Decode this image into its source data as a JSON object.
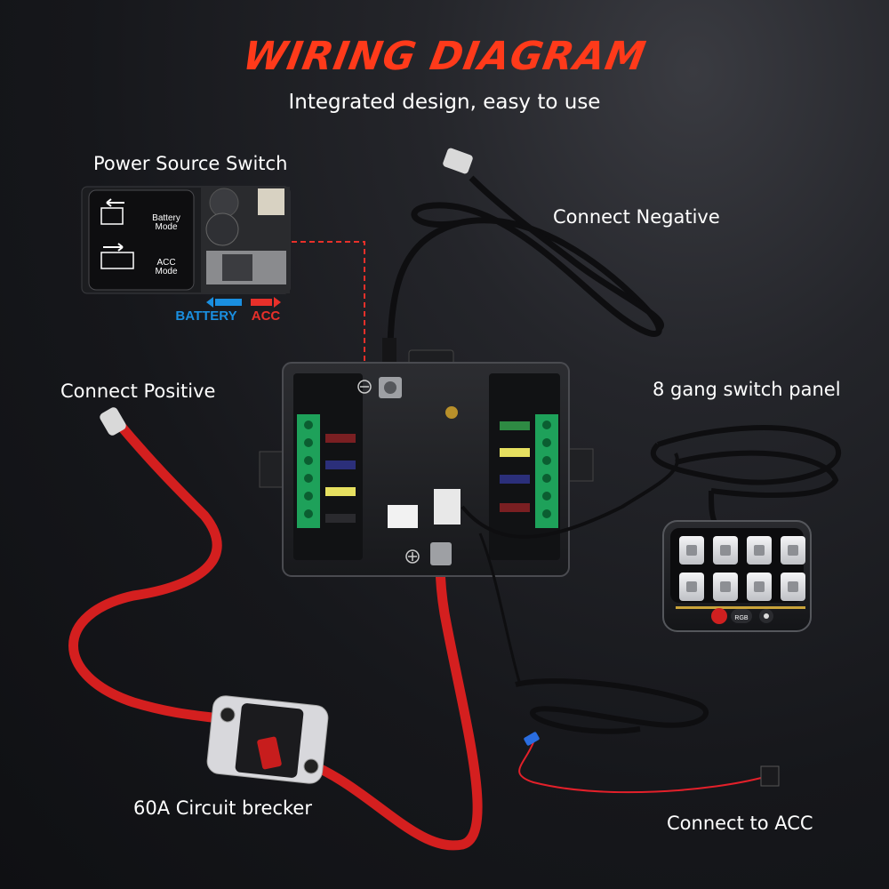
{
  "header": {
    "title": "WIRING DIAGRAM",
    "subtitle": "Integrated design, easy to use"
  },
  "labels": {
    "power_source_switch": "Power Source Switch",
    "connect_negative": "Connect Negative",
    "connect_positive": "Connect Positive",
    "switch_panel": "8 gang switch panel",
    "circuit_breaker": "60A Circuit brecker",
    "connect_acc": "Connect to ACC"
  },
  "inset": {
    "battery_mode_line1": "Battery",
    "battery_mode_line2": "Mode",
    "acc_mode_line1": "ACC",
    "acc_mode_line2": "Mode",
    "battery_label": "BATTERY",
    "acc_label": "ACC"
  },
  "panel": {
    "rgb_label": "RGB"
  },
  "colors": {
    "title_accent": "#ff3a1a",
    "battery_blue": "#1a8fe0",
    "acc_red": "#e8302a",
    "cable_red": "#d41f1f",
    "terminal_green": "#1ea15a"
  }
}
